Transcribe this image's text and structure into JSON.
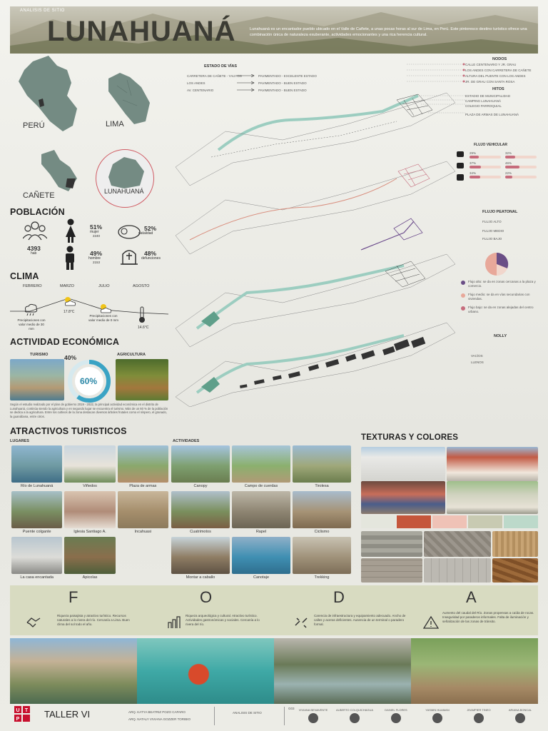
{
  "header": {
    "kicker": "ANALISIS DE SITIO",
    "title": "LUNAHUANÁ",
    "intro": "Lunahuaná es un encantador pueblo ubicado en el Valle de Cañete, a unas pocas horas al sur de Lima, en Perú. Este pintoresco destino turístico ofrece una combinación única de naturaleza exuberante, actividades emocionantes y una rica herencia cultural."
  },
  "maps": {
    "peru": "PERÚ",
    "lima": "LIMA",
    "canete": "CAÑETE",
    "lunahuana": "LUNAHUANÁ"
  },
  "poblacion": {
    "title": "POBLACIÓN",
    "hab_value": "4393",
    "hab_label": "hab",
    "mujer_pct": "51%",
    "mujer_label": "mujer",
    "mujer_n": "2240",
    "hombre_pct": "49%",
    "hombre_label": "hombre",
    "hombre_n": "2153",
    "natalidad_pct": "52%",
    "natalidad_label": "natalidad",
    "defunciones_pct": "48%",
    "defunciones_label": "defunciones"
  },
  "clima": {
    "title": "CLIMA",
    "months": [
      "FEBRERO",
      "MARZO",
      "JULIO",
      "AGOSTO"
    ],
    "temp1": "17.8°C",
    "temp2": "14.6°C",
    "prec1": "Precipitaciones con valor medio de 30 mm",
    "prec2": "Precipitaciones con valor medio de 0 mm"
  },
  "economia": {
    "title": "ACTIVIDAD ECONÓMICA",
    "turismo": "TURISMO",
    "agricultura": "AGRICULTURA",
    "pct_turismo": "40%",
    "pct_agri": "60%",
    "text": "Según el estudio realizado por el plan de gobierno 2019 - 2022, la principal actividad económica en el distrito de Lunahuaná, continúa siendo la agricultura y en segundo lugar se encuentra el turismo. Más de un 60 % de la población se dedica a la agricultura. Entre los cultivos de la zona destacan diversos árboles frutales como el níspero, el granado, la guanábana, entre otros."
  },
  "vias": {
    "title": "ESTADO DE VÍAS",
    "rows": [
      {
        "name": "CARRETERA DE CAÑETE - YAUYOS",
        "state": "PAVIMENTADO - EXCELENTE ESTADO"
      },
      {
        "name": "LOS ANDES",
        "state": "PAVIMENTADO - BUEN ESTADO"
      },
      {
        "name": "AV. CENTENARIO",
        "state": "PAVIMENTADO - BUEN ESTADO"
      }
    ]
  },
  "nodos": {
    "title": "NODOS",
    "items": [
      "CALLE CENTENARIO Y JR. GRAU",
      "LOS ANDES CON CARRETERA DE CAÑETE",
      "ALTURA DEL PUENTE CON LOS ANDES",
      "JR. DE GRAU CON SANTA ROSA"
    ]
  },
  "hitos": {
    "title": "HITOS",
    "items": [
      "ESTADIO DE MUNICIPALIDAD",
      "CAMPING LUNAHUANÁ",
      "COLEGIO PARROQUIAL",
      "PLAZA DE ARMAS DE LUNAHUANÁ"
    ]
  },
  "flujo_vehicular": {
    "title": "FLUJO VEHICULAR",
    "vals": [
      "29%",
      "32%",
      "37%",
      "46%",
      "34%",
      "22%"
    ]
  },
  "flujo_peatonal": {
    "title": "FLUJO PEATONAL",
    "levels": [
      "FLUJO ALTO",
      "FLUJO MEDIO",
      "FLUJO BAJO"
    ],
    "notes": [
      "Flujo alto: se da en zonas cercanas a la plaza y comercio.",
      "Flujo medio: se da en vías secundarias con viviendas.",
      "Flujo bajo: se da en zonas alejadas del centro urbano."
    ]
  },
  "nolly": {
    "title": "NOLLY",
    "items": [
      "VACÍOS",
      "LLENOS"
    ]
  },
  "atractivos": {
    "title": "ATRACTIVOS TURISTICOS",
    "lugares_label": "LUGARES",
    "actividades_label": "ACTIVIDADES",
    "lugares": [
      "Río de Lunahuaná",
      "Viñedos",
      "Plaza de armas",
      "Puente colgante",
      "Iglesia Santiago A.",
      "Incahuasi",
      "La casa encantada",
      "Apicolas"
    ],
    "actividades": [
      "Canopy",
      "Campo de cuerdas",
      "Tirolesa",
      "Cuatrimotos",
      "Rapel",
      "Ciclismo",
      "Montar a caballo",
      "Canotaje",
      "Trekking"
    ]
  },
  "texturas": {
    "title": "TEXTURAS Y COLORES",
    "colors": [
      "#e4e6dd",
      "#c5563b",
      "#efc2b6",
      "#c8cab2",
      "#bcd9ca"
    ]
  },
  "foda": {
    "F": {
      "letter": "F",
      "text": "Riqueza paisajista y atractivo turístico. Recursos naturales a lo rivera del río. Cercanía a Lima. Buen clima del sol todo el año."
    },
    "O": {
      "letter": "O",
      "text": "Riqueza arqueológica y cultural. Atractivo turístico. Actividades gastronómicas y sociales. Cercanía a lo rivera del río."
    },
    "D": {
      "letter": "D",
      "text": "Carencia de infraestructura y equipamiento adecuado. Ancho de calles y aceras deficientes. Ausencia de un terminal o paradero formal."
    },
    "A": {
      "letter": "A",
      "text": "Aumento del caudal del Río. Zonas propensas a caída de rocas. Inseguridad por paraderos informales. Falta de iluminación y señalización de las zonas de tránsito."
    }
  },
  "footer": {
    "brand": "UTP",
    "course": "TALLER VI",
    "profs": [
      "ARQ. KATYA BEATRIZ POZO CAPARO",
      "ARQ. NATALY VIVIANA GOZZER TORIBIO"
    ],
    "subject": "ANALISIS DE SITIO",
    "group_label": "G03",
    "members": [
      "VIVIANA BENAVENTE",
      "ALBERTO COLQUICHAGUA",
      "DANIEL FLORES",
      "YASMIN HUAMAN",
      "JEAMPIER TINEO",
      "ARIANA BONCAL"
    ]
  }
}
